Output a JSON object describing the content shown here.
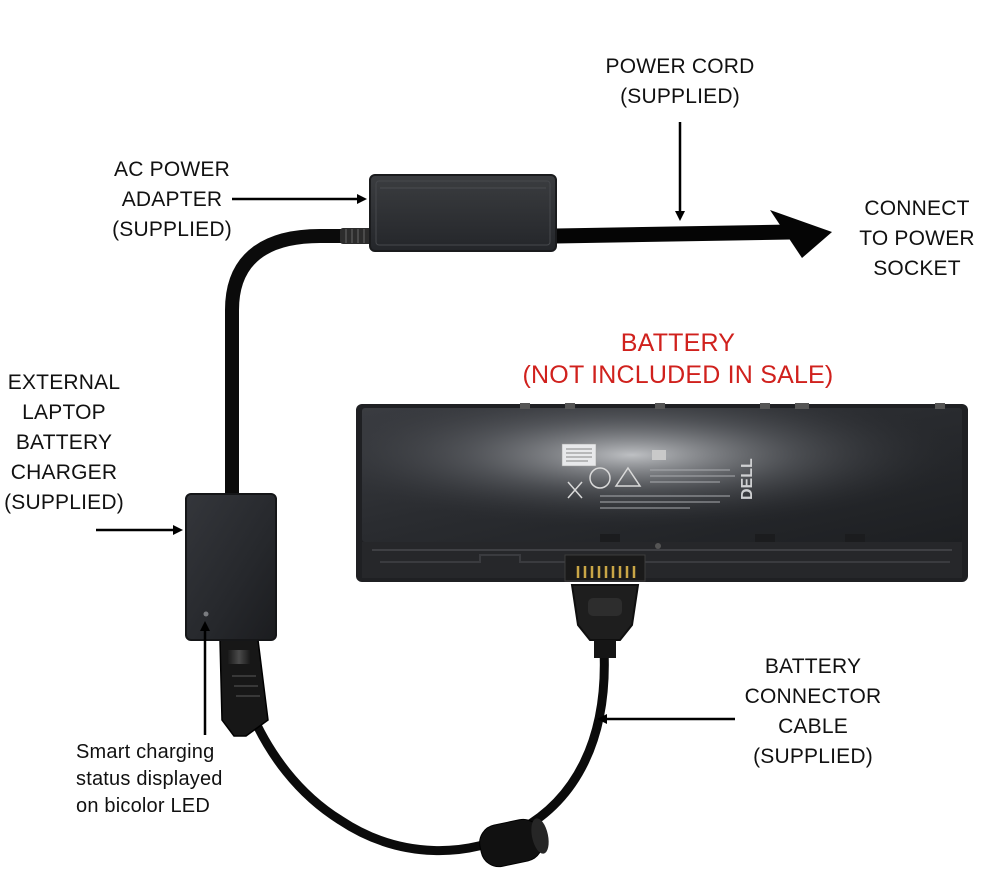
{
  "labels": {
    "power_cord": [
      "POWER CORD",
      "(SUPPLIED)"
    ],
    "ac_adapter": [
      "AC POWER",
      "ADAPTER",
      "(SUPPLIED)"
    ],
    "connect_socket": [
      "CONNECT",
      "TO POWER",
      "SOCKET"
    ],
    "battery": [
      "BATTERY",
      "(NOT INCLUDED IN SALE)"
    ],
    "external_charger": [
      "EXTERNAL",
      "LAPTOP",
      "BATTERY",
      "CHARGER",
      "(SUPPLIED)"
    ],
    "connector_cable": [
      "BATTERY",
      "CONNECTOR",
      "CABLE",
      "(SUPPLIED)"
    ],
    "led_status": [
      "Smart charging",
      "status displayed",
      "on bicolor LED"
    ]
  },
  "battery_brand": "DELL",
  "colors": {
    "label_text": "#111111",
    "battery_title": "#d0211d",
    "cable": "#0b0b0b",
    "device_body": "#2a2c30",
    "battery_body": "#2b2d31"
  }
}
